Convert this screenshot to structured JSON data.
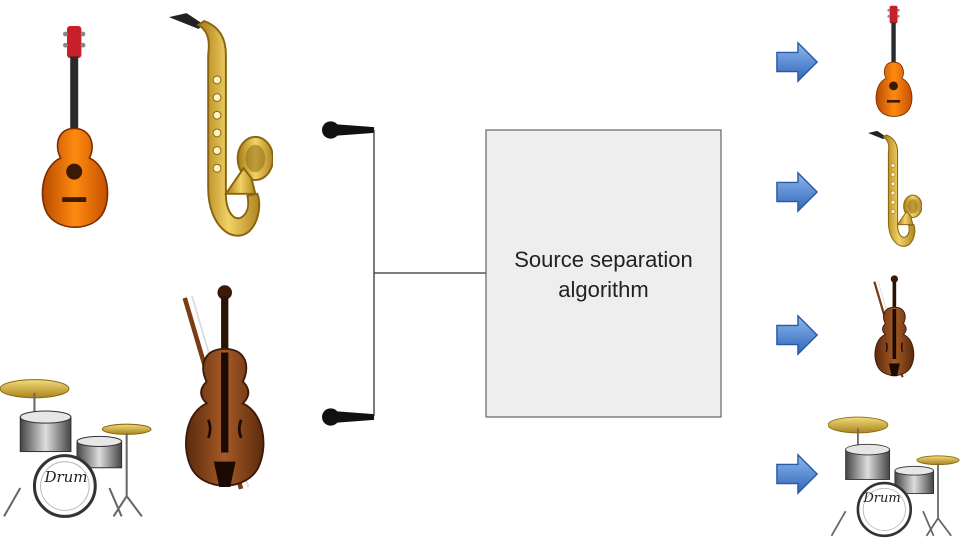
{
  "box": {
    "line1": "Source separation",
    "line2": "algorithm"
  },
  "colors": {
    "box_fill": "#eeeeee",
    "box_stroke": "#666666",
    "connector": "#333333",
    "arrow": "#3d7bd0",
    "guitar": "#ff7a00",
    "sax": "#d4a92a",
    "violin": "#8a4a1e",
    "drum_metal": "#555555",
    "cymbal": "#d9b53a"
  },
  "icons": {
    "inputs": [
      "guitar-icon",
      "saxophone-icon",
      "drum-kit-icon",
      "violin-icon"
    ],
    "microphones": [
      "microphone-icon",
      "microphone-icon"
    ],
    "outputs": [
      "guitar-icon",
      "saxophone-icon",
      "violin-icon",
      "drum-kit-icon"
    ],
    "arrows": [
      "arrow-right-icon",
      "arrow-right-icon",
      "arrow-right-icon",
      "arrow-right-icon"
    ]
  },
  "drum_text": "Drum"
}
